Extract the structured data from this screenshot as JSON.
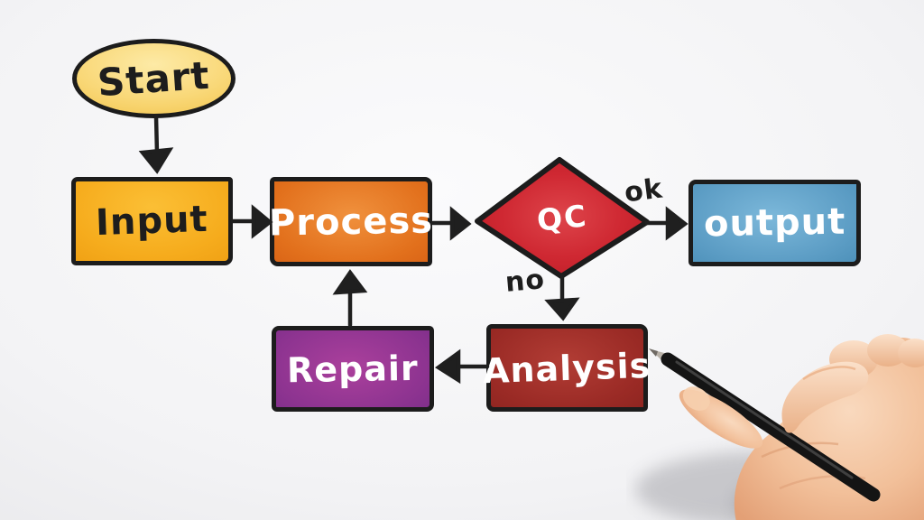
{
  "background": {
    "color_center": "#fafafb",
    "color_edge": "#dcdcdf"
  },
  "diagram": {
    "type": "flowchart",
    "stroke_color": "#1f1f1f",
    "nodes": [
      {
        "id": "start",
        "label": "Start",
        "shape": "ellipse",
        "fill": "#f2c44c",
        "fill_center": "#fdeaa6",
        "text_color": "#1d1d1d"
      },
      {
        "id": "input",
        "label": "Input",
        "shape": "rectangle",
        "fill": "#ec9a0f",
        "fill_center": "#fbbf35",
        "text_color": "#1d1d1d"
      },
      {
        "id": "process",
        "label": "Process",
        "shape": "rectangle",
        "fill": "#d05710",
        "fill_center": "#f0913d",
        "text_color": "#ffffff"
      },
      {
        "id": "qc",
        "label": "QC",
        "shape": "diamond",
        "fill": "#bf1f28",
        "fill_center": "#dd4348",
        "text_color": "#ffffff"
      },
      {
        "id": "output",
        "label": "output",
        "shape": "rectangle",
        "fill": "#3f85ae",
        "fill_center": "#7cb8da",
        "text_color": "#ffffff"
      },
      {
        "id": "analysis",
        "label": "Analysis",
        "shape": "rectangle",
        "fill": "#83201c",
        "fill_center": "#b23d35",
        "text_color": "#ffffff"
      },
      {
        "id": "repair",
        "label": "Repair",
        "shape": "rectangle",
        "fill": "#6e2983",
        "fill_center": "#ab409c",
        "text_color": "#ffffff"
      }
    ],
    "edges": [
      {
        "from": "start",
        "to": "input",
        "label": ""
      },
      {
        "from": "input",
        "to": "process",
        "label": ""
      },
      {
        "from": "process",
        "to": "qc",
        "label": ""
      },
      {
        "from": "qc",
        "to": "output",
        "label": "ok"
      },
      {
        "from": "qc",
        "to": "analysis",
        "label": "no"
      },
      {
        "from": "analysis",
        "to": "repair",
        "label": ""
      },
      {
        "from": "repair",
        "to": "process",
        "label": ""
      }
    ]
  },
  "scene": {
    "hand_pen": {
      "pen_color": "#141414",
      "skin_tone": "#f0bd97"
    }
  }
}
